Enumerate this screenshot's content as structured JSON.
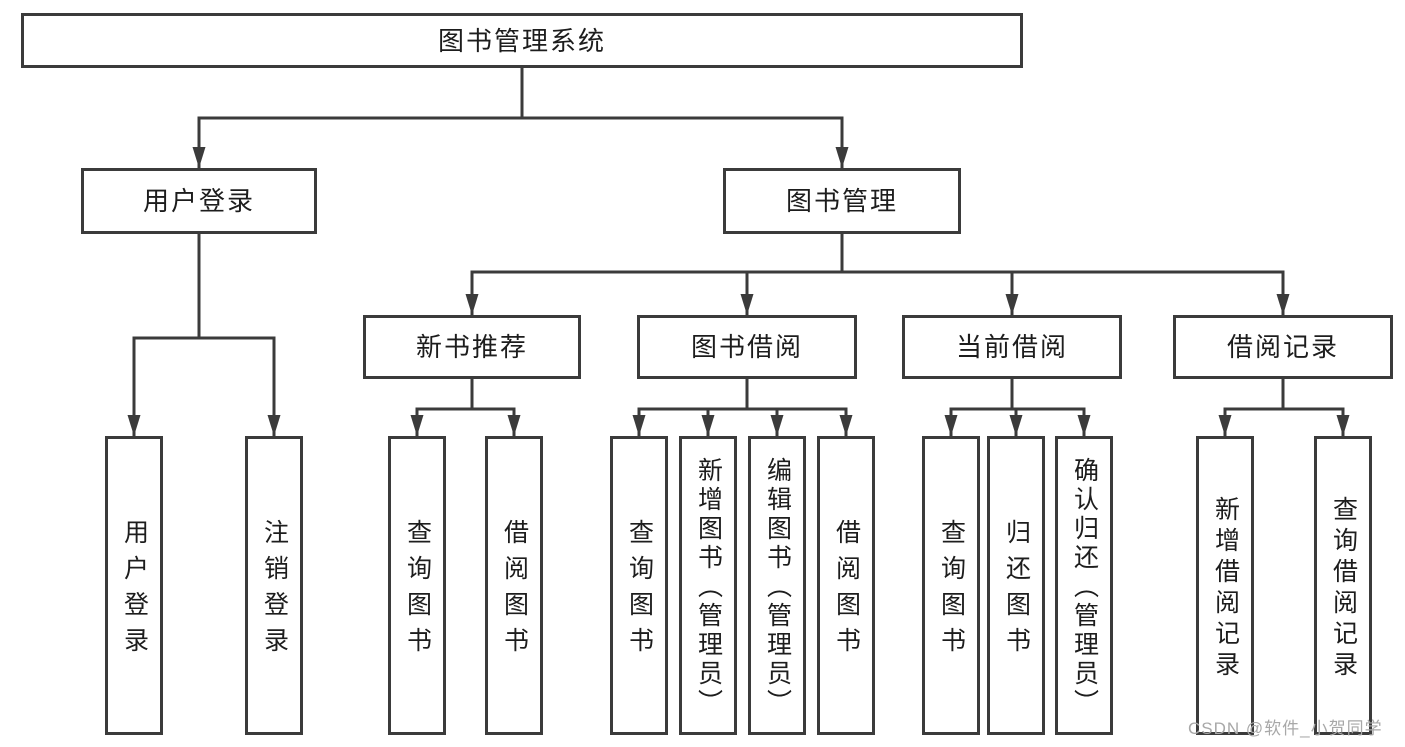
{
  "tree": {
    "root": {
      "label": "图书管理系统",
      "children": [
        {
          "label": "用户登录",
          "children": [
            {
              "label": "用户登录"
            },
            {
              "label": "注销登录"
            }
          ]
        },
        {
          "label": "图书管理",
          "children": [
            {
              "label": "新书推荐",
              "children": [
                {
                  "label": "查询图书"
                },
                {
                  "label": "借阅图书"
                }
              ]
            },
            {
              "label": "图书借阅",
              "children": [
                {
                  "label": "查询图书"
                },
                {
                  "label": "新增图书（管理员）"
                },
                {
                  "label": "编辑图书（管理员）"
                },
                {
                  "label": "借阅图书"
                }
              ]
            },
            {
              "label": "当前借阅",
              "children": [
                {
                  "label": "查询图书"
                },
                {
                  "label": "归还图书"
                },
                {
                  "label": "确认归还（管理员）"
                }
              ]
            },
            {
              "label": "借阅记录",
              "children": [
                {
                  "label": "新增借阅记录"
                },
                {
                  "label": "查询借阅记录"
                }
              ]
            }
          ]
        }
      ]
    }
  },
  "watermark": {
    "text": "CSDN @软件_小贺同学"
  },
  "colors": {
    "line": "#3b3b3b",
    "text": "#1d1d1d",
    "background": "#ffffff",
    "watermark": "#a8a8a8"
  }
}
